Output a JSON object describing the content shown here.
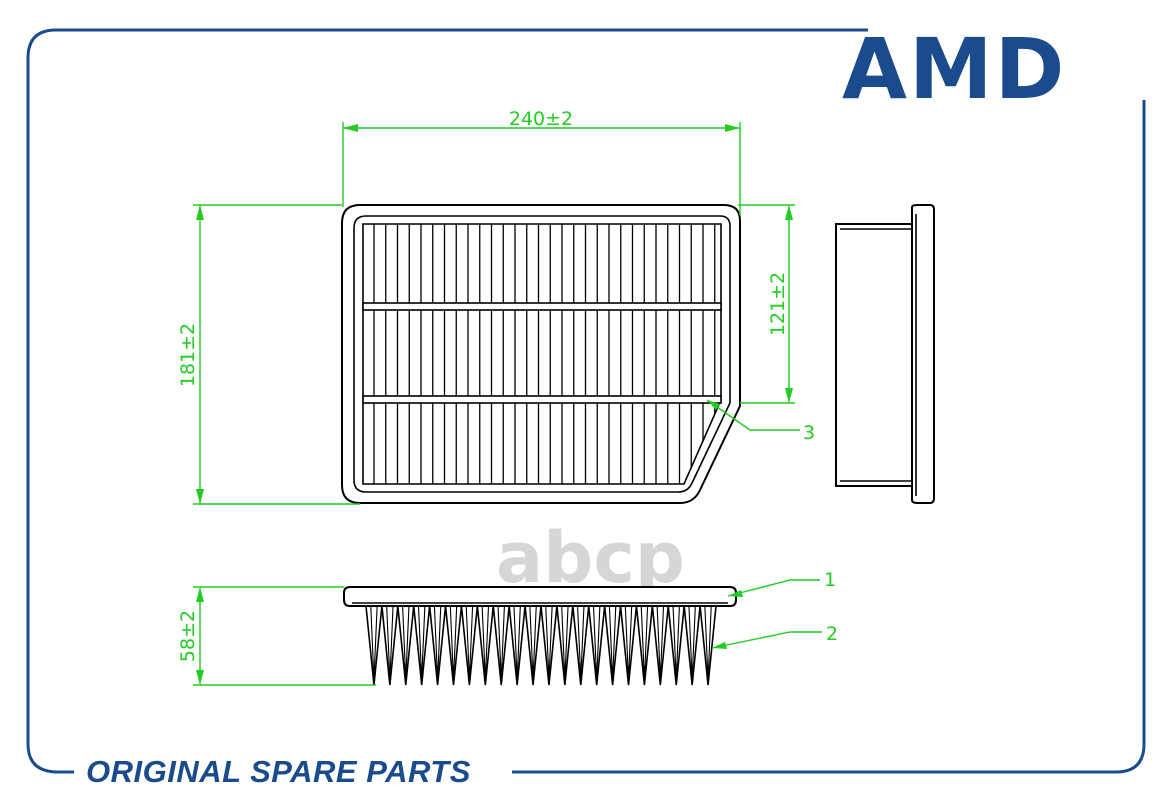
{
  "logo": {
    "text": "AMD",
    "color": "#1a4b8c"
  },
  "watermark": {
    "text": "abcp",
    "color": "#d6d6d6"
  },
  "footer": {
    "text": "ORIGINAL SPARE PARTS"
  },
  "dimensions": {
    "width": "240±2",
    "height": "181±2",
    "cut_height": "121±2",
    "depth": "58±2"
  },
  "callouts": {
    "c1": "1",
    "c2": "2",
    "c3": "3"
  },
  "colors": {
    "frame": "#1a4b8c",
    "dimension": "#22cc22",
    "drawing": "#000000"
  }
}
